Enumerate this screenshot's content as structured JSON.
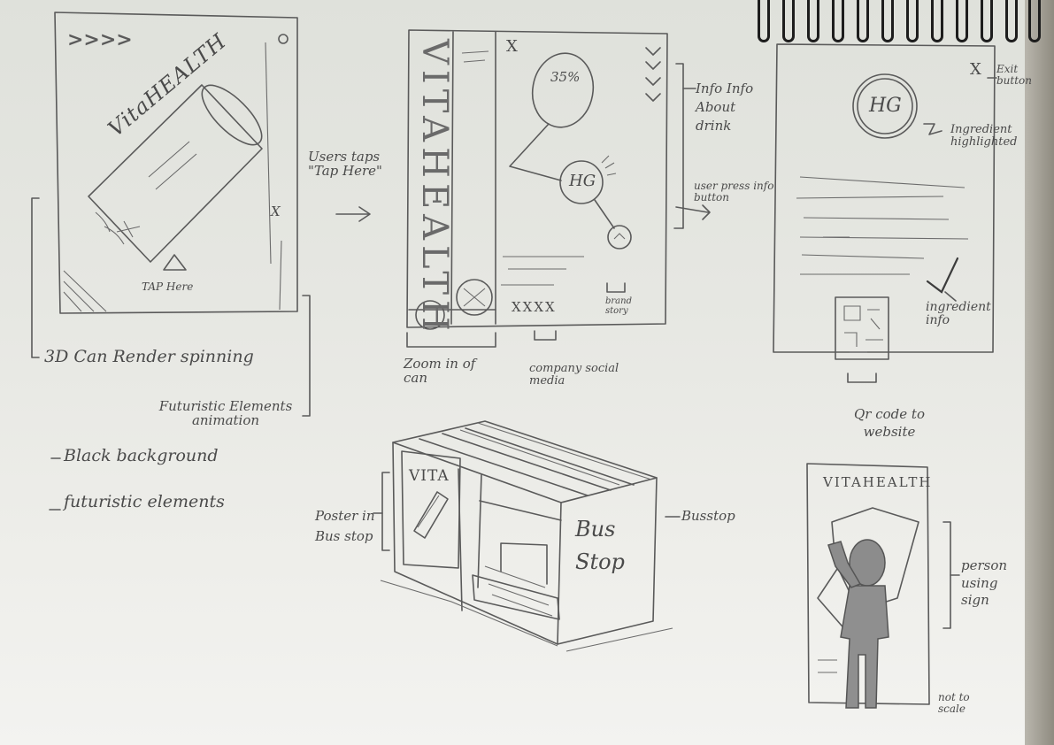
{
  "screen1": {
    "can_text": "VitaHEALTH",
    "tap_text": "TAP Here",
    "arrows": ">>>>",
    "close": "X"
  },
  "screen2": {
    "side_text": "VITAHEALTH",
    "percent": "35%",
    "hg": "HG",
    "close": "X",
    "social": "XXXX",
    "brand_label": "brand story"
  },
  "screen3": {
    "hg": "HG",
    "close": "X"
  },
  "poster": {
    "title": "VITAHEALTH"
  },
  "busstop": {
    "vita": "VITA",
    "sign": "Bus Stop"
  },
  "annotations": {
    "render": "3D Can Render spinning",
    "futuristic_anim": "Futuristic Elements animation",
    "black_bg": "Black background",
    "futuristic_el": "futuristic elements",
    "user_taps": "Users taps \"Tap Here\"",
    "info_drink": "Info Info About drink",
    "user_press": "user press info button",
    "zoom": "Zoom in of can",
    "social": "company social media",
    "exit": "Exit button",
    "ingredient_hl": "Ingredient highlighted",
    "ingredient_info": "ingredient info",
    "qr": "Qr code to website",
    "poster": "Poster in Bus stop",
    "busstop": "Busstop",
    "person": "person using sign",
    "scale": "not to scale"
  }
}
